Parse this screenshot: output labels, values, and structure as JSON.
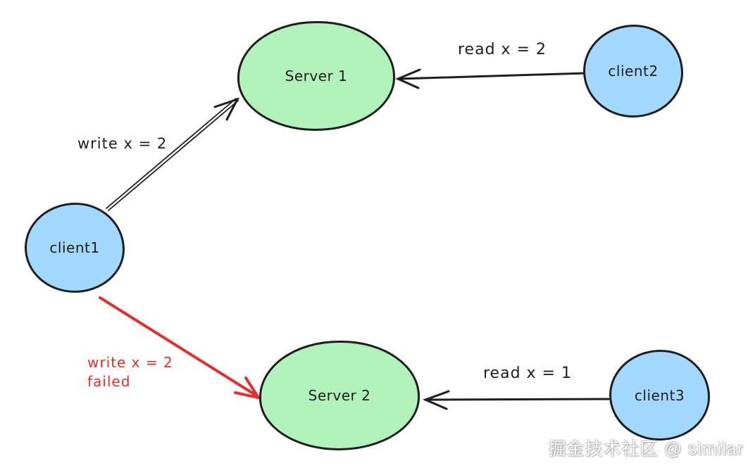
{
  "diagram": {
    "title_hint": "replication read/write consistency sketch",
    "nodes": {
      "server1": {
        "label": "Server 1",
        "fill": "#b2f2bb",
        "shape": "ellipse"
      },
      "server2": {
        "label": "Server 2",
        "fill": "#b2f2bb",
        "shape": "ellipse"
      },
      "client1": {
        "label": "client1",
        "fill": "#a5d8ff",
        "shape": "circle"
      },
      "client2": {
        "label": "client2",
        "fill": "#a5d8ff",
        "shape": "circle"
      },
      "client3": {
        "label": "client3",
        "fill": "#a5d8ff",
        "shape": "circle"
      }
    },
    "edges": {
      "write_ok": {
        "from": "client1",
        "to": "server1",
        "label": "write x = 2",
        "color": "#1e1e1e"
      },
      "read_x2": {
        "from": "client2",
        "to": "server1",
        "label": "read x = 2",
        "color": "#1e1e1e"
      },
      "write_fail": {
        "from": "client1",
        "to": "server2",
        "label_line1": "write x = 2",
        "label_line2": "failed",
        "color": "#e03131"
      },
      "read_x1": {
        "from": "client3",
        "to": "server2",
        "label": "read x = 1",
        "color": "#1e1e1e"
      }
    },
    "colors": {
      "stroke": "#1e1e1e",
      "server_fill": "#b2f2bb",
      "client_fill": "#a5d8ff",
      "error_red": "#e03131",
      "background": "#ffffff"
    },
    "watermark": "掘金技术社区 @ similar"
  }
}
